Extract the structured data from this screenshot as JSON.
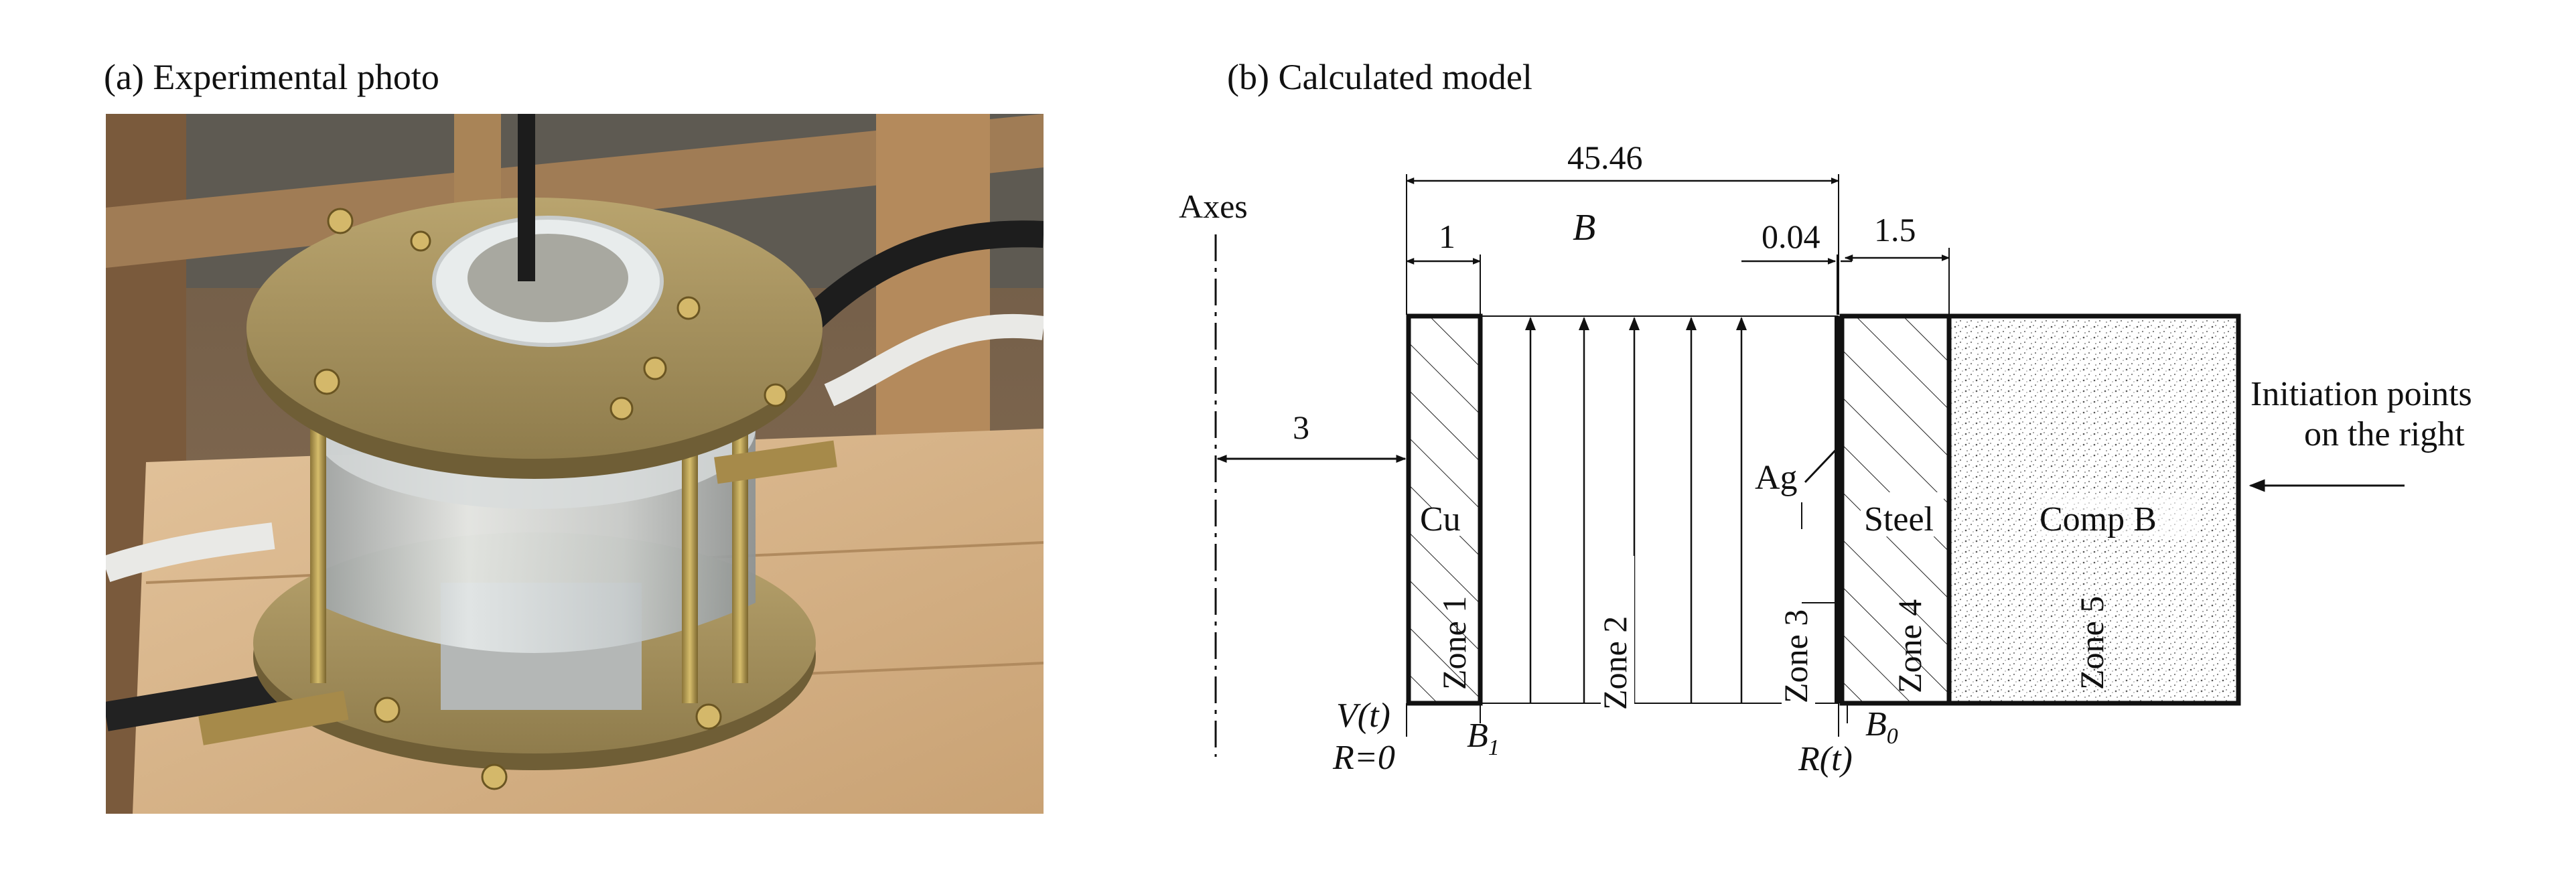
{
  "captions": {
    "a": "(a) Experimental photo",
    "b": "(b) Calculated model"
  },
  "model": {
    "axes_label": "Axes",
    "dimensions": {
      "total": "45.46",
      "cu_thickness": "1",
      "ag_thickness": "0.04",
      "steel_thickness": "1.5",
      "initial_gap": "3"
    },
    "field_label": "B",
    "materials": {
      "cu": "Cu",
      "ag": "Ag",
      "steel": "Steel",
      "explosive": "Comp B"
    },
    "zones": [
      "Zone 1",
      "Zone 2",
      "Zone 3",
      "Zone 4",
      "Zone 5"
    ],
    "initiation": [
      "Initiation points",
      "on the right"
    ],
    "bottom_labels": {
      "v": "V(t)",
      "r0": "R=0",
      "b1": "B",
      "b1_sub": "1",
      "rt": "R(t)",
      "b0": "B",
      "b0_sub": "0"
    }
  }
}
